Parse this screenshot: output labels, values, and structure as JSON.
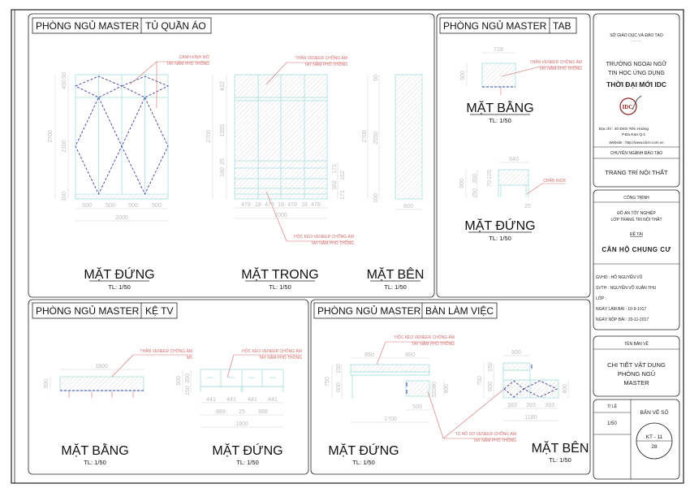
{
  "panels": {
    "wardrobe": {
      "room": "PHÒNG NGỦ MASTER",
      "item": "TỦ QUẦN ÁO"
    },
    "tab": {
      "room": "PHÒNG NGỦ MASTER",
      "item": "TAB"
    },
    "tv": {
      "room": "PHÒNG NGỦ MASTER",
      "item": "KỆ TV"
    },
    "desk": {
      "room": "PHÒNG NGỦ MASTER",
      "item": "BÀN LÀM VIỆC"
    }
  },
  "views": {
    "wardrobe_front": {
      "title": "MẶT ĐỨNG",
      "scale": "TL: 1/50"
    },
    "wardrobe_inside": {
      "title": "MẶT TRONG",
      "scale": "TL: 1/50"
    },
    "wardrobe_side": {
      "title": "MẶT BÊN",
      "scale": "TL: 1/50"
    },
    "tab_plan": {
      "title": "MẶT BẰNG",
      "scale": "TL: 1/50"
    },
    "tab_front": {
      "title": "MẶT ĐỨNG",
      "scale": "TL: 1/50"
    },
    "tv_plan": {
      "title": "MẶT BẰNG",
      "scale": "TL: 1/50"
    },
    "tv_front": {
      "title": "MẶT ĐỨNG",
      "scale": "TL: 1/50"
    },
    "desk_front": {
      "title": "MẶT ĐỨNG",
      "scale": "TL: 1/50"
    },
    "desk_side": {
      "title": "MẶT BÊN",
      "scale": "TL: 1/50"
    }
  },
  "annotations": {
    "glass_door": [
      "CÁNH KÍNH MỞ",
      "TAY NẮM PHỔ THÔNG"
    ],
    "wardrobe_body": [
      "THÂN VENEER CHỐNG ẨM",
      "TAY NẮM PHỔ THÔNG"
    ],
    "wardrobe_drawer": [
      "HỘC KÉO VENEER CHỐNG ẨM",
      "TAY NẮM PHỔ THÔNG"
    ],
    "tab_body": [
      "THÂN VENEER CHỐNG ẨM",
      "TAY NẮM PHỔ THÔNG"
    ],
    "tab_leg": [
      "CHÂN INOX"
    ],
    "tv_body": [
      "THÂN VENEER CHỐNG ẨM",
      "M5"
    ],
    "tv_drawer": [
      "HỘC KÉO VENEER CHỐNG ẨM",
      "TAY NẮM PHỔ THÔNG"
    ],
    "desk_drawer": [
      "HỘC KÉO VENEER CHỐNG ẨM",
      "TAY NẮM PHỔ THÔNG"
    ],
    "desk_cabinet": [
      "TỦ HỒ SƠ VENEER CHỐNG ẨM",
      "TAY NẮM PHỔ THÔNG"
    ]
  },
  "dimensions": {
    "wardrobe_front": [
      "2700",
      "450",
      "50",
      "2100",
      "100",
      "500",
      "500",
      "500",
      "500",
      "2000"
    ],
    "wardrobe_inside": [
      "2700",
      "432",
      "1355",
      "25",
      "180",
      "478",
      "18",
      "478",
      "18",
      "478",
      "18",
      "478",
      "2000",
      "171",
      "162",
      "162",
      "171"
    ],
    "wardrobe_side": [
      "2700",
      "50",
      "2550",
      "100",
      "600"
    ],
    "tab_plan": [
      "718",
      "500"
    ],
    "tab_front": [
      "640",
      "600",
      "350",
      "250",
      "125",
      "70",
      "25"
    ],
    "tv_plan": [
      "1800",
      "300"
    ],
    "tv_front": [
      "500",
      "350",
      "150",
      "441",
      "441",
      "441",
      "441",
      "888",
      "25",
      "888",
      "1800"
    ],
    "desk_front": [
      "850",
      "850",
      "750",
      "150",
      "600",
      "80",
      "320",
      "400",
      "500",
      "1700"
    ],
    "desk_side": [
      "600",
      "750",
      "150",
      "600",
      "400",
      "393",
      "393",
      "393",
      "1180"
    ]
  },
  "title_block": {
    "department": "SỞ GIÁO DỤC VÀ ĐÀO TẠO",
    "dots": "...........",
    "school_line1": "TRƯỜNG NGOẠI NGỮ",
    "school_line2": "TIN HỌC ỨNG DỤNG",
    "school_name": "THỜI ĐẠI MỚI IDC",
    "logo_text": "IDC",
    "address_label": "Địa chỉ   : 40 Đinh Tiên Hoàng",
    "address_line2": "P.Đa Kao    Q.1",
    "website": "Website : http://www.idcm.com.vn",
    "major_label": "CHUYÊN NGÀNH ĐÀO TẠO",
    "major": "TRANG TRÍ NỘI THẤT",
    "project_label": "CÔNG TRÌNH",
    "project_line1": "ĐỒ ÁN TỐT NGHIỆP",
    "project_line2": "LỚP TRANG TRÍ NỘI THẤT",
    "topic_label": "ĐỀ TÀI",
    "topic": "CĂN HỘ CHUNG CƯ",
    "instructor": "GVHD   : HỒ NGUYÊN VŨ",
    "student": "SVTH   :  NGUYỄN VÕ XUÂN THU",
    "class": "LỚP      :",
    "start_date": "NGÀY LÀM BÀI   : 10-9-1017",
    "due_date": "NGÀY NỘP BÀI   : 20-11-2017",
    "drawing_name_label": "TÊN BẢN VẼ",
    "drawing_name": [
      "CHI TIẾT VẬT DỤNG",
      "PHÒNG NGỦ",
      "MASTER"
    ],
    "scale_label": "TỈ LỆ",
    "scale": "1/50",
    "sheet_label": "BẢN VẼ SỐ",
    "sheet_code": "KT - 11",
    "sheet_number": "28"
  },
  "colors": {
    "furniture": "#a9dcdc",
    "glass": "#3b3fa0",
    "annotation": "#d46a6a",
    "dimension": "#bdbdbd"
  }
}
